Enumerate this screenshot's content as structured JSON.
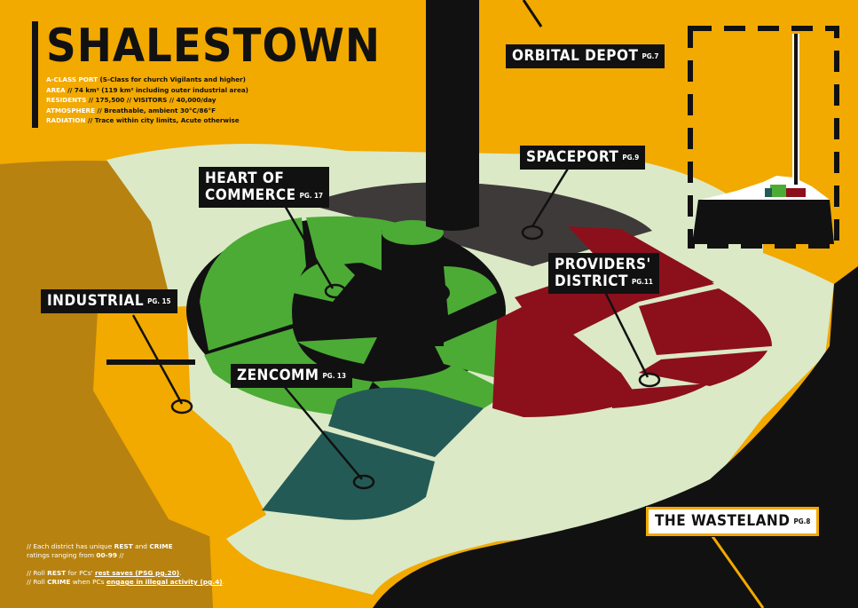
{
  "title": "SHALESTOWN",
  "stats": [
    {
      "key": "A-CLASS PORT",
      "value": " (S-Class for church Vigilants and higher)"
    },
    {
      "key": "AREA",
      "value": " // 74 km² (119 km² including outer industrial area)"
    },
    {
      "key": "RESIDENTS",
      "value": " // 175,500 // VISITORS // 40,000/day"
    },
    {
      "key": "ATMOSPHERE",
      "value": " // Breathable, ambient 30°C/86°F"
    },
    {
      "key": "RADIATION",
      "value": " // Trace within city limits, Acute otherwise"
    }
  ],
  "districts": {
    "orbital_depot": {
      "name": "ORBITAL DEPOT",
      "page": "PG.7"
    },
    "spaceport": {
      "name": "SPACEPORT",
      "page": "PG.9"
    },
    "heart_line1": "HEART OF",
    "heart_line2": "COMMERCE",
    "heart_page": "PG. 17",
    "industrial": {
      "name": "INDUSTRIAL",
      "page": "PG. 15"
    },
    "providers_line1": "PROVIDERS'",
    "providers_line2": "DISTRICT",
    "providers_page": "PG.11",
    "zencomm": {
      "name": "ZENCOMM",
      "page": "PG. 13"
    },
    "wasteland": {
      "name": "THE WASTELAND",
      "page": "PG.8"
    }
  },
  "notes": {
    "line1a": "// Each district has unique ",
    "rest": "REST",
    "and": " and ",
    "crime": "CRIME",
    "line2a": "ratings ranging from ",
    "range": "00-99",
    "line2b": " //",
    "line3a": "// Roll ",
    "line3b": " for PCs' ",
    "rest_saves": "rest saves (PSG pg.20)",
    "line3c": ".",
    "line4a": "// Roll ",
    "line4b": " when PCs ",
    "illegal": "engage in illegal activity (pg.4)",
    "line4c": "."
  },
  "colors": {
    "background": "#f2a900",
    "industrial_ground": "#b7820f",
    "pale_ground": "#dbe9c7",
    "heart_green": "#4cab35",
    "providers_red": "#8c0f1c",
    "zencomm_teal": "#245a55",
    "spaceport_grey": "#3f3a3a",
    "wasteland_black": "#111111"
  }
}
